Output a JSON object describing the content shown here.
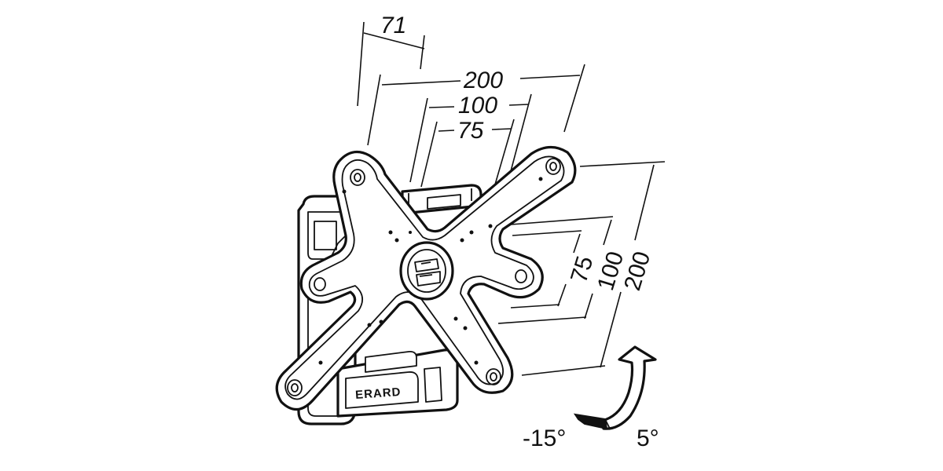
{
  "diagram": {
    "dimensions_horizontal": {
      "top_offset": "71",
      "outer": "200",
      "middle": "100",
      "inner": "75"
    },
    "dimensions_vertical": {
      "inner": "75",
      "middle": "100",
      "outer": "200"
    },
    "tilt": {
      "down": "-15°",
      "up": "5°"
    },
    "brand": "ERARD"
  },
  "colors": {
    "line": "#111111",
    "background": "#ffffff"
  }
}
